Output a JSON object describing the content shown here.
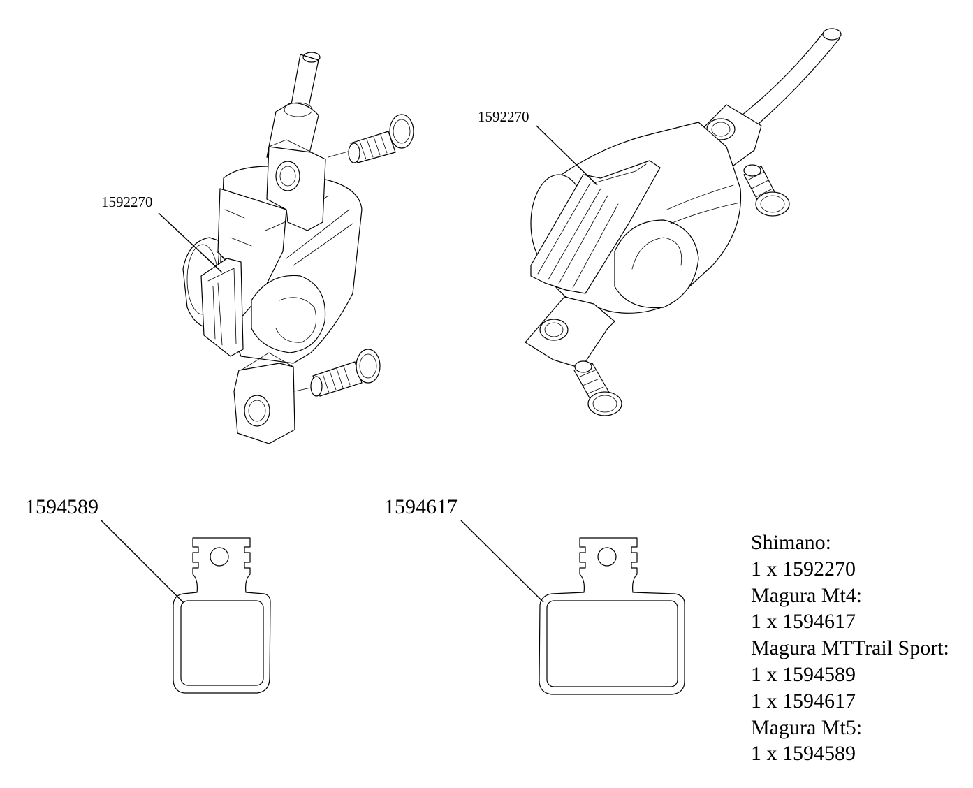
{
  "callouts": {
    "caliper_left": "1592270",
    "caliper_right": "1592270",
    "pad_left": "1594589",
    "pad_right": "1594617"
  },
  "legend": [
    "Shimano:",
    "1 x 1592270",
    "Magura Mt4:",
    "1 x 1594617",
    "Magura MTTrail Sport:",
    "1 x 1594589",
    "1 x 1594617",
    "Magura Mt5:",
    "1 x 1594589"
  ]
}
